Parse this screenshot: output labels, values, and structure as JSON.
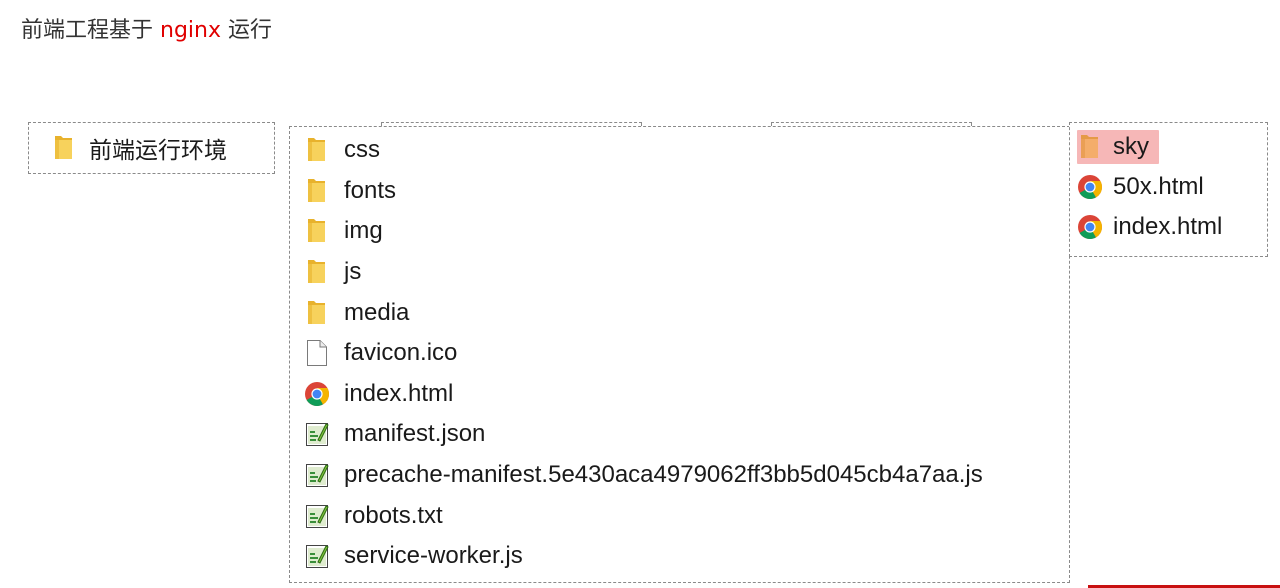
{
  "heading": {
    "prefix": "前端工程基于 ",
    "highlight": "nginx",
    "suffix": " 运行",
    "highlight_color": "#e00000"
  },
  "root_folder": {
    "label": "前端运行环境",
    "icon": "folder-icon"
  },
  "main_listing": [
    {
      "name": "css",
      "icon": "folder-icon"
    },
    {
      "name": "fonts",
      "icon": "folder-icon"
    },
    {
      "name": "img",
      "icon": "folder-icon"
    },
    {
      "name": "js",
      "icon": "folder-icon"
    },
    {
      "name": "media",
      "icon": "folder-icon"
    },
    {
      "name": "favicon.ico",
      "icon": "file-icon"
    },
    {
      "name": "index.html",
      "icon": "chrome-icon"
    },
    {
      "name": "manifest.json",
      "icon": "script-file-icon"
    },
    {
      "name": "precache-manifest.5e430aca4979062ff3bb5d045cb4a7aa.js",
      "icon": "script-file-icon"
    },
    {
      "name": "robots.txt",
      "icon": "script-file-icon"
    },
    {
      "name": "service-worker.js",
      "icon": "script-file-icon"
    }
  ],
  "right_listing": [
    {
      "name": "sky",
      "icon": "folder-icon",
      "selected": true
    },
    {
      "name": "50x.html",
      "icon": "chrome-icon"
    },
    {
      "name": "index.html",
      "icon": "chrome-icon"
    }
  ],
  "colors": {
    "selection": "#f6b7b7",
    "folder": "#f5c842",
    "accent_line": "#c81010"
  }
}
